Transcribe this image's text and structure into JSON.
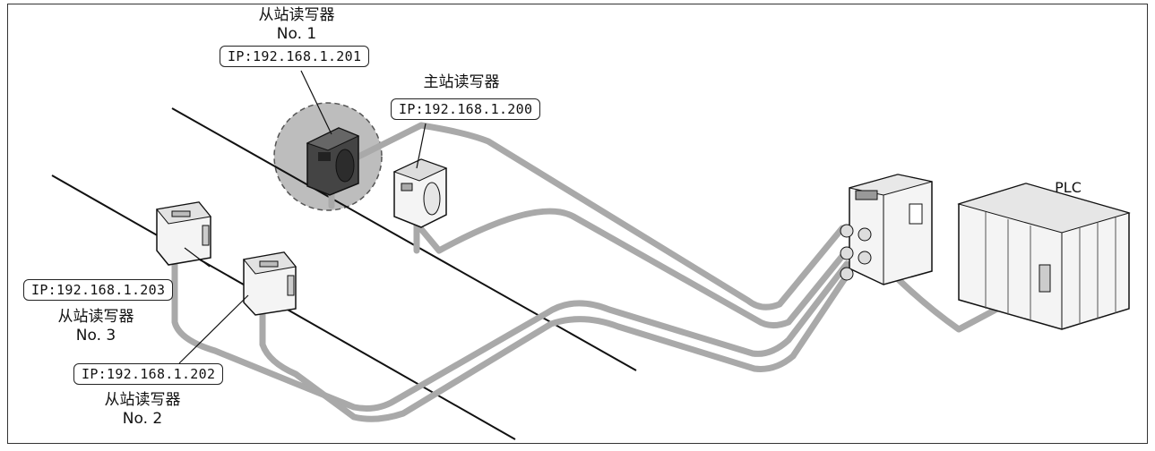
{
  "readers": {
    "master": {
      "title": "主站读写器",
      "ip": "IP:192.168.1.200"
    },
    "slave1": {
      "title": "从站读写器",
      "number": "No. 1",
      "ip": "IP:192.168.1.201"
    },
    "slave2": {
      "title": "从站读写器",
      "number": "No. 2",
      "ip": "IP:192.168.1.202"
    },
    "slave3": {
      "title": "从站读写器",
      "number": "No. 3",
      "ip": "IP:192.168.1.203"
    }
  },
  "plc": {
    "label": "PLC"
  },
  "colors": {
    "cable": "#a9a9a9",
    "device": "#f1f1f1",
    "highlight": "#bdbdbd",
    "line": "#111111"
  }
}
